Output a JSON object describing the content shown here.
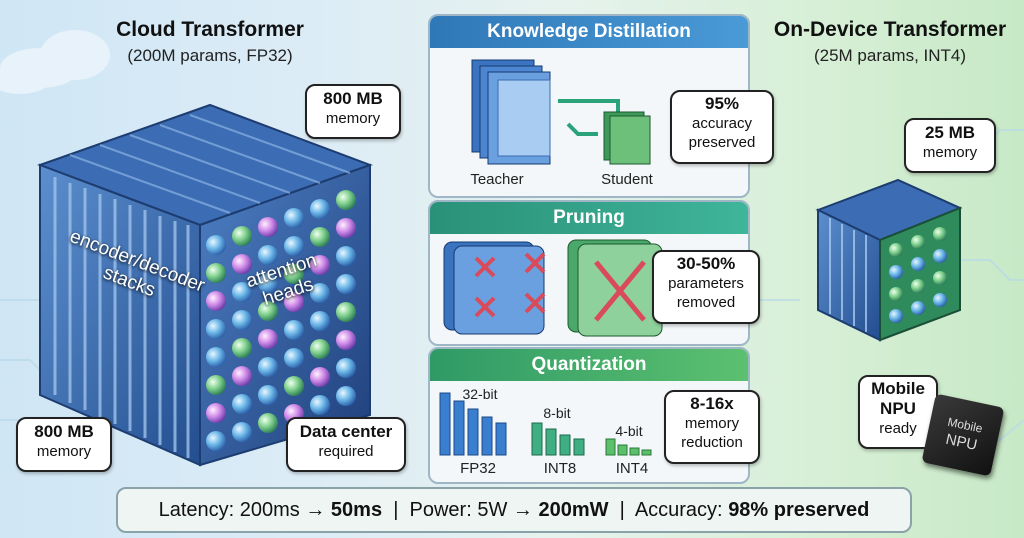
{
  "cloud": {
    "title": "Cloud Transformer",
    "subtitle": "(200M params, FP32)",
    "stack_label_line1": "encoder/decoder",
    "stack_label_line2": "stacks",
    "heads_label_line1": "attention",
    "heads_label_line2": "heads",
    "callout_top_value": "800 MB",
    "callout_top_unit": "memory",
    "callout_bottom_value": "800 MB",
    "callout_bottom_unit": "memory",
    "datacenter_line1": "Data center",
    "datacenter_line2": "required"
  },
  "distillation": {
    "title": "Knowledge Distillation",
    "teacher": "Teacher",
    "student": "Student",
    "callout_value": "95%",
    "callout_line2": "accuracy",
    "callout_line3": "preserved"
  },
  "pruning": {
    "title": "Pruning",
    "callout_value": "30-50%",
    "callout_line2": "parameters",
    "callout_line3": "removed"
  },
  "quantization": {
    "title": "Quantization",
    "bits_32": "32-bit",
    "bits_8": "8-bit",
    "bits_4": "4-bit",
    "fp32": "FP32",
    "int8": "INT8",
    "int4": "INT4",
    "callout_value": "8-16x",
    "callout_line2": "memory",
    "callout_line3": "reduction"
  },
  "device": {
    "title": "On-Device Transformer",
    "subtitle": "(25M params, INT4)",
    "callout_value": "25 MB",
    "callout_unit": "memory",
    "npu_line1": "Mobile",
    "npu_line2": "NPU",
    "npu_line3": "ready",
    "chip_line1": "Mobile",
    "chip_line2": "NPU"
  },
  "summary": {
    "latency_label": "Latency:",
    "latency_from": "200ms",
    "latency_to": "50ms",
    "power_label": "Power:",
    "power_from": "5W",
    "power_to": "200mW",
    "accuracy_label": "Accuracy:",
    "accuracy_value": "98% preserved"
  },
  "colors": {
    "blue_header": "#2f78b8",
    "teal_header": "#2e9e86",
    "green_header": "#3aa35a",
    "cube_blue": "#2a5fa8",
    "pink_x": "#d94b5a"
  }
}
